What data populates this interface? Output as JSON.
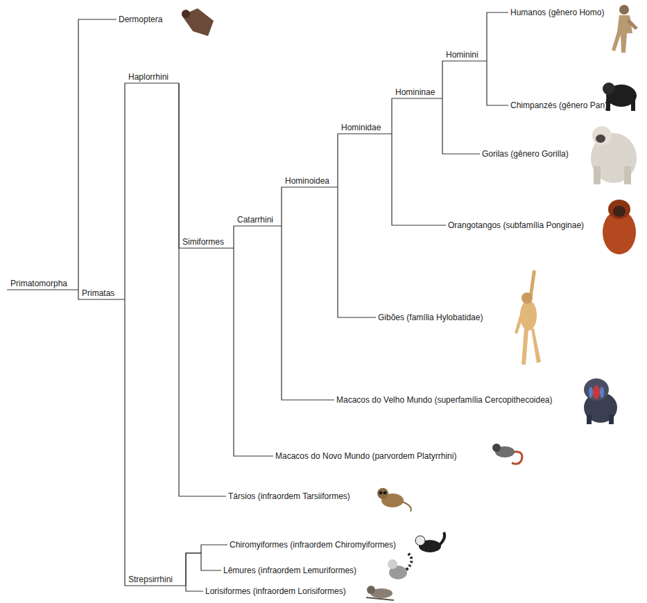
{
  "diagram": {
    "nodes": [
      {
        "text": [
          "Primatomorpha"
        ]
      },
      {
        "text": [
          "Dermoptera"
        ]
      },
      {
        "text": [
          "Primatas"
        ]
      },
      {
        "text": [
          "Haplorrhini"
        ]
      },
      {
        "text": [
          "Simiformes"
        ]
      },
      {
        "text": [
          "Catarrhini"
        ]
      },
      {
        "text": [
          "Hominoidea"
        ]
      },
      {
        "text": [
          "Hominidae"
        ]
      },
      {
        "text": [
          "Homininae"
        ]
      },
      {
        "text": [
          "Hominini"
        ]
      },
      {
        "text": [
          "Humanos (gênero Homo)"
        ]
      },
      {
        "text": [
          "Chimpanzés (gênero Pan)"
        ]
      },
      {
        "text": [
          "Gorilas (gênero Gorilla)"
        ]
      },
      {
        "text": [
          "Orangotangos (subfamília Ponginae)"
        ]
      },
      {
        "text": [
          "Gibões (família Hylobatidae)"
        ]
      },
      {
        "text": [
          "Macacos do Velho Mundo (superfamília Cercopithecoidea)"
        ]
      },
      {
        "text": [
          "Macacos do Novo Mundo (parvordem Platyrrhini)"
        ]
      },
      {
        "text": [
          "Társios (infraordem Tarsiiformes)"
        ]
      },
      {
        "text": [
          "Strepsirrhini"
        ]
      },
      {
        "text": [
          "Chiromyiformes (infraordem Chiromyiformes)"
        ]
      },
      {
        "text": [
          "Lêmures (infraordem Lemuriformes)"
        ]
      },
      {
        "text": [
          "Lorisiformes (infraordem Lorisiformes)"
        ]
      }
    ],
    "edges": [
      {
        "from": 0,
        "to": 1,
        "arrow": "none"
      },
      {
        "from": 0,
        "to": 2,
        "arrow": "none"
      },
      {
        "from": 2,
        "to": 3,
        "arrow": "none"
      },
      {
        "from": 2,
        "to": 18,
        "arrow": "none"
      },
      {
        "from": 3,
        "to": 4,
        "arrow": "none"
      },
      {
        "from": 3,
        "to": 17,
        "arrow": "none"
      },
      {
        "from": 4,
        "to": 5,
        "arrow": "none"
      },
      {
        "from": 4,
        "to": 16,
        "arrow": "none"
      },
      {
        "from": 5,
        "to": 6,
        "arrow": "none"
      },
      {
        "from": 5,
        "to": 15,
        "arrow": "none"
      },
      {
        "from": 6,
        "to": 7,
        "arrow": "none"
      },
      {
        "from": 6,
        "to": 14,
        "arrow": "none"
      },
      {
        "from": 7,
        "to": 8,
        "arrow": "none"
      },
      {
        "from": 7,
        "to": 13,
        "arrow": "none"
      },
      {
        "from": 8,
        "to": 9,
        "arrow": "none"
      },
      {
        "from": 8,
        "to": 12,
        "arrow": "none"
      },
      {
        "from": 9,
        "to": 10,
        "arrow": "none"
      },
      {
        "from": 9,
        "to": 11,
        "arrow": "none"
      },
      {
        "from": 18,
        "to": 19,
        "arrow": "none"
      },
      {
        "from": 18,
        "to": 20,
        "arrow": "none"
      },
      {
        "from": 18,
        "to": 21,
        "arrow": "none"
      }
    ]
  }
}
